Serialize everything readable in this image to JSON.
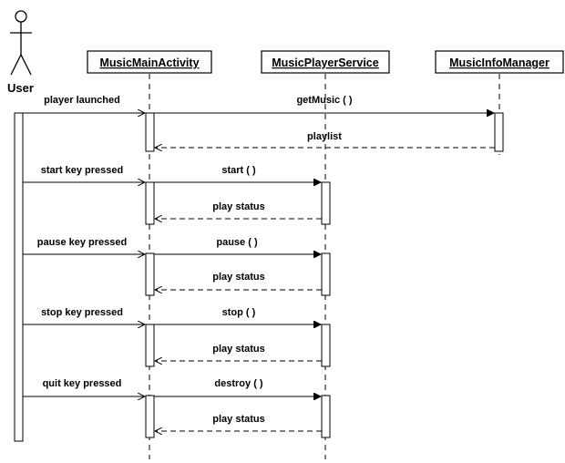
{
  "actor": {
    "label": "User"
  },
  "lifelines": [
    {
      "id": "main",
      "label": "MusicMainActivity"
    },
    {
      "id": "service",
      "label": "MusicPlayerService"
    },
    {
      "id": "info",
      "label": "MusicInfoManager"
    }
  ],
  "messages": [
    {
      "id": "player-launched",
      "label": "player launched",
      "style": "solid"
    },
    {
      "id": "get-music",
      "label": "getMusic ( )",
      "style": "solid"
    },
    {
      "id": "playlist",
      "label": "playlist",
      "style": "dashed"
    },
    {
      "id": "start-key-pressed",
      "label": "start key pressed",
      "style": "solid"
    },
    {
      "id": "start",
      "label": "start ( )",
      "style": "solid"
    },
    {
      "id": "play-status-1",
      "label": "play status",
      "style": "dashed"
    },
    {
      "id": "pause-key-pressed",
      "label": "pause key pressed",
      "style": "solid"
    },
    {
      "id": "pause",
      "label": "pause ( )",
      "style": "solid"
    },
    {
      "id": "play-status-2",
      "label": "play status",
      "style": "dashed"
    },
    {
      "id": "stop-key-pressed",
      "label": "stop key pressed",
      "style": "solid"
    },
    {
      "id": "stop",
      "label": "stop ( )",
      "style": "solid"
    },
    {
      "id": "play-status-3",
      "label": "play status",
      "style": "dashed"
    },
    {
      "id": "quit-key-pressed",
      "label": "quit key pressed",
      "style": "solid"
    },
    {
      "id": "destroy",
      "label": "destroy ( )",
      "style": "solid"
    },
    {
      "id": "play-status-4",
      "label": "play status",
      "style": "dashed"
    }
  ]
}
